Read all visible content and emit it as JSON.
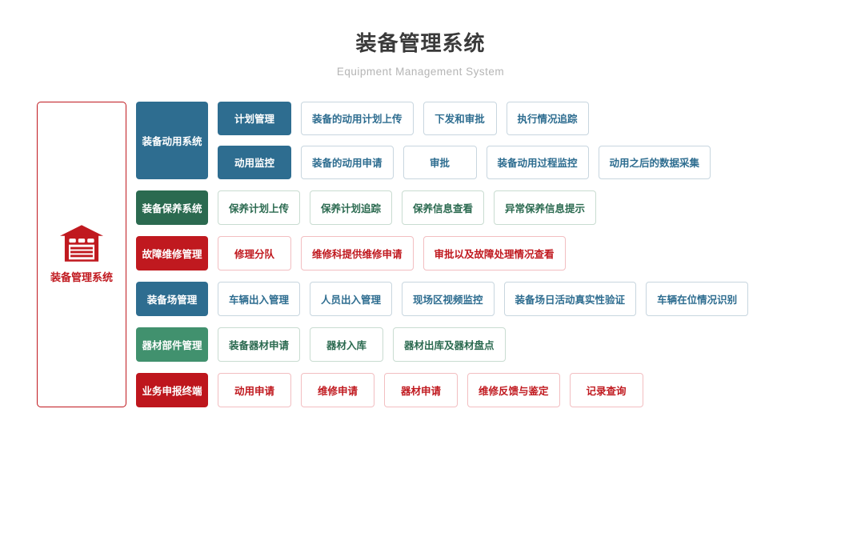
{
  "header": {
    "title": "装备管理系统",
    "subtitle": "Equipment Management System"
  },
  "root": {
    "label": "装备管理系统",
    "icon": "warehouse-icon"
  },
  "colors": {
    "blue": "#2E6D90",
    "dark_green": "#2B6A50",
    "green": "#41916E",
    "red": "#C0191F",
    "dark_red": "#BE161D",
    "blue_border": "#C8D6DF",
    "green_border": "#C9DCD1",
    "red_border": "#F2BEC1",
    "title_text": "#3A3A3A",
    "subtitle_text": "#B5B5B5"
  },
  "rows": [
    {
      "category": "装备动用系统",
      "theme": "blue",
      "subrows": [
        {
          "subcategory": "计划管理",
          "items": [
            "装备的动用计划上传",
            "下发和审批",
            "执行情况追踪"
          ]
        },
        {
          "subcategory": "动用监控",
          "items": [
            "装备的动用申请",
            "审批",
            "装备动用过程监控",
            "动用之后的数据采集"
          ]
        }
      ]
    },
    {
      "category": "装备保养系统",
      "theme": "dark_green",
      "items": [
        "保养计划上传",
        "保养计划追踪",
        "保养信息查看",
        "异常保养信息提示"
      ]
    },
    {
      "category": "故障维修管理",
      "theme": "red",
      "items": [
        "修理分队",
        "维修科提供维修申请",
        "审批以及故障处理情况查看"
      ]
    },
    {
      "category": "装备场管理",
      "theme": "blue",
      "items": [
        "车辆出入管理",
        "人员出入管理",
        "现场区视频监控",
        "装备场日活动真实性验证",
        "车辆在位情况识别"
      ]
    },
    {
      "category": "器材部件管理",
      "theme": "green",
      "items": [
        "装备器材申请",
        "器材入库",
        "器材出库及器材盘点"
      ]
    },
    {
      "category": "业务申报终端",
      "theme": "dark_red",
      "items": [
        "动用申请",
        "维修申请",
        "器材申请",
        "维修反馈与鉴定",
        "记录查询"
      ]
    }
  ]
}
